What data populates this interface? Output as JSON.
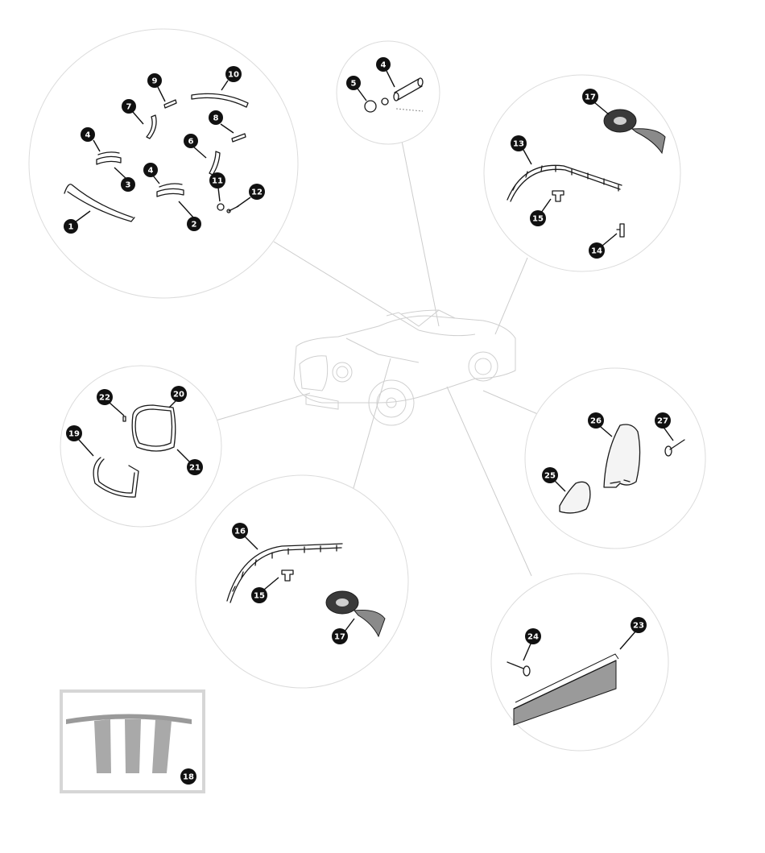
{
  "diagram": {
    "callouts": {
      "c1": "1",
      "c2": "2",
      "c3": "3",
      "c4a": "4",
      "c4b": "4",
      "c4c": "4",
      "c5": "5",
      "c6": "6",
      "c7": "7",
      "c8": "8",
      "c9": "9",
      "c10": "10",
      "c11": "11",
      "c12": "12",
      "c13": "13",
      "c14": "14",
      "c15a": "15",
      "c15b": "15",
      "c16": "16",
      "c17a": "17",
      "c17b": "17",
      "c18": "18",
      "c19": "19",
      "c20": "20",
      "c21": "21",
      "c22": "22",
      "c23": "23",
      "c24": "24",
      "c25": "25",
      "c26": "26",
      "c27": "27"
    },
    "colors": {
      "circle_outline": "#dcdcdc",
      "callout_fill": "#111111",
      "part_stroke": "#1a1a1a",
      "inset_frame": "#d6d6d6",
      "inset_fill": "#a9a9a9"
    }
  }
}
